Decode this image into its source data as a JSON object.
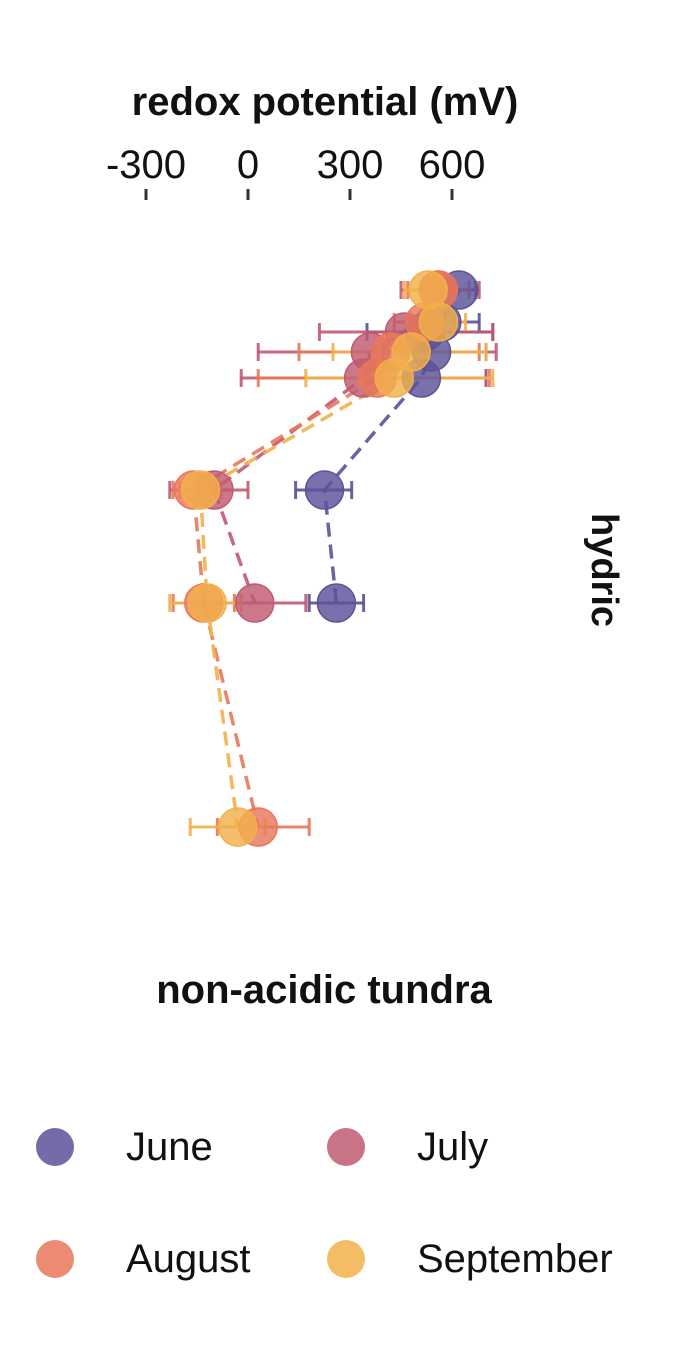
{
  "chart_data": {
    "type": "scatter",
    "xlabel": "redox potential (mV)",
    "facet_label": "non-acidic tundra",
    "strip_label": "hydric",
    "x_ticks": [
      -300,
      0,
      300,
      600
    ],
    "xlim": [
      -600,
      900
    ],
    "ylim": [
      0,
      1000
    ],
    "legend_position": "bottom",
    "series": [
      {
        "name": "June",
        "color": "#5b5299",
        "points": [
          {
            "x": 620,
            "y": 290,
            "xmin": 570,
            "xmax": 670
          },
          {
            "x": 570,
            "y": 322,
            "xmin": 470,
            "xmax": 680
          },
          {
            "x": 520,
            "y": 332,
            "xmin": 350,
            "xmax": 720
          },
          {
            "x": 540,
            "y": 352,
            "xmin": 400,
            "xmax": 700
          },
          {
            "x": 510,
            "y": 378,
            "xmin": 350,
            "xmax": 700
          },
          {
            "x": 225,
            "y": 490,
            "xmin": 140,
            "xmax": 305
          },
          {
            "x": 260,
            "y": 603,
            "xmin": 180,
            "xmax": 340
          }
        ]
      },
      {
        "name": "July",
        "color": "#c05a72",
        "points": [
          {
            "x": 560,
            "y": 290,
            "xmin": 450,
            "xmax": 680
          },
          {
            "x": 460,
            "y": 332,
            "xmin": 210,
            "xmax": 720
          },
          {
            "x": 360,
            "y": 352,
            "xmin": 30,
            "xmax": 730
          },
          {
            "x": 340,
            "y": 378,
            "xmin": -20,
            "xmax": 700
          },
          {
            "x": -100,
            "y": 490,
            "xmin": -230,
            "xmax": 0
          },
          {
            "x": 20,
            "y": 603,
            "xmin": -130,
            "xmax": 170
          }
        ]
      },
      {
        "name": "August",
        "color": "#e8775a",
        "points": [
          {
            "x": 560,
            "y": 290,
            "xmin": 470,
            "xmax": 650
          },
          {
            "x": 520,
            "y": 322,
            "xmin": 430,
            "xmax": 610
          },
          {
            "x": 420,
            "y": 352,
            "xmin": 150,
            "xmax": 680
          },
          {
            "x": 380,
            "y": 378,
            "xmin": 30,
            "xmax": 710
          },
          {
            "x": -160,
            "y": 490,
            "xmin": -220,
            "xmax": -90
          },
          {
            "x": -130,
            "y": 603,
            "xmin": -220,
            "xmax": -40
          },
          {
            "x": 30,
            "y": 827,
            "xmin": -90,
            "xmax": 180
          }
        ]
      },
      {
        "name": "September",
        "color": "#f2b04a",
        "points": [
          {
            "x": 530,
            "y": 290,
            "xmin": 460,
            "xmax": 600
          },
          {
            "x": 560,
            "y": 322,
            "xmin": 480,
            "xmax": 640
          },
          {
            "x": 480,
            "y": 352,
            "xmin": 250,
            "xmax": 700
          },
          {
            "x": 430,
            "y": 378,
            "xmin": 170,
            "xmax": 720
          },
          {
            "x": -140,
            "y": 490,
            "xmin": -200,
            "xmax": -80
          },
          {
            "x": -120,
            "y": 603,
            "xmin": -230,
            "xmax": -20
          },
          {
            "x": -30,
            "y": 827,
            "xmin": -170,
            "xmax": 50
          }
        ]
      }
    ]
  }
}
